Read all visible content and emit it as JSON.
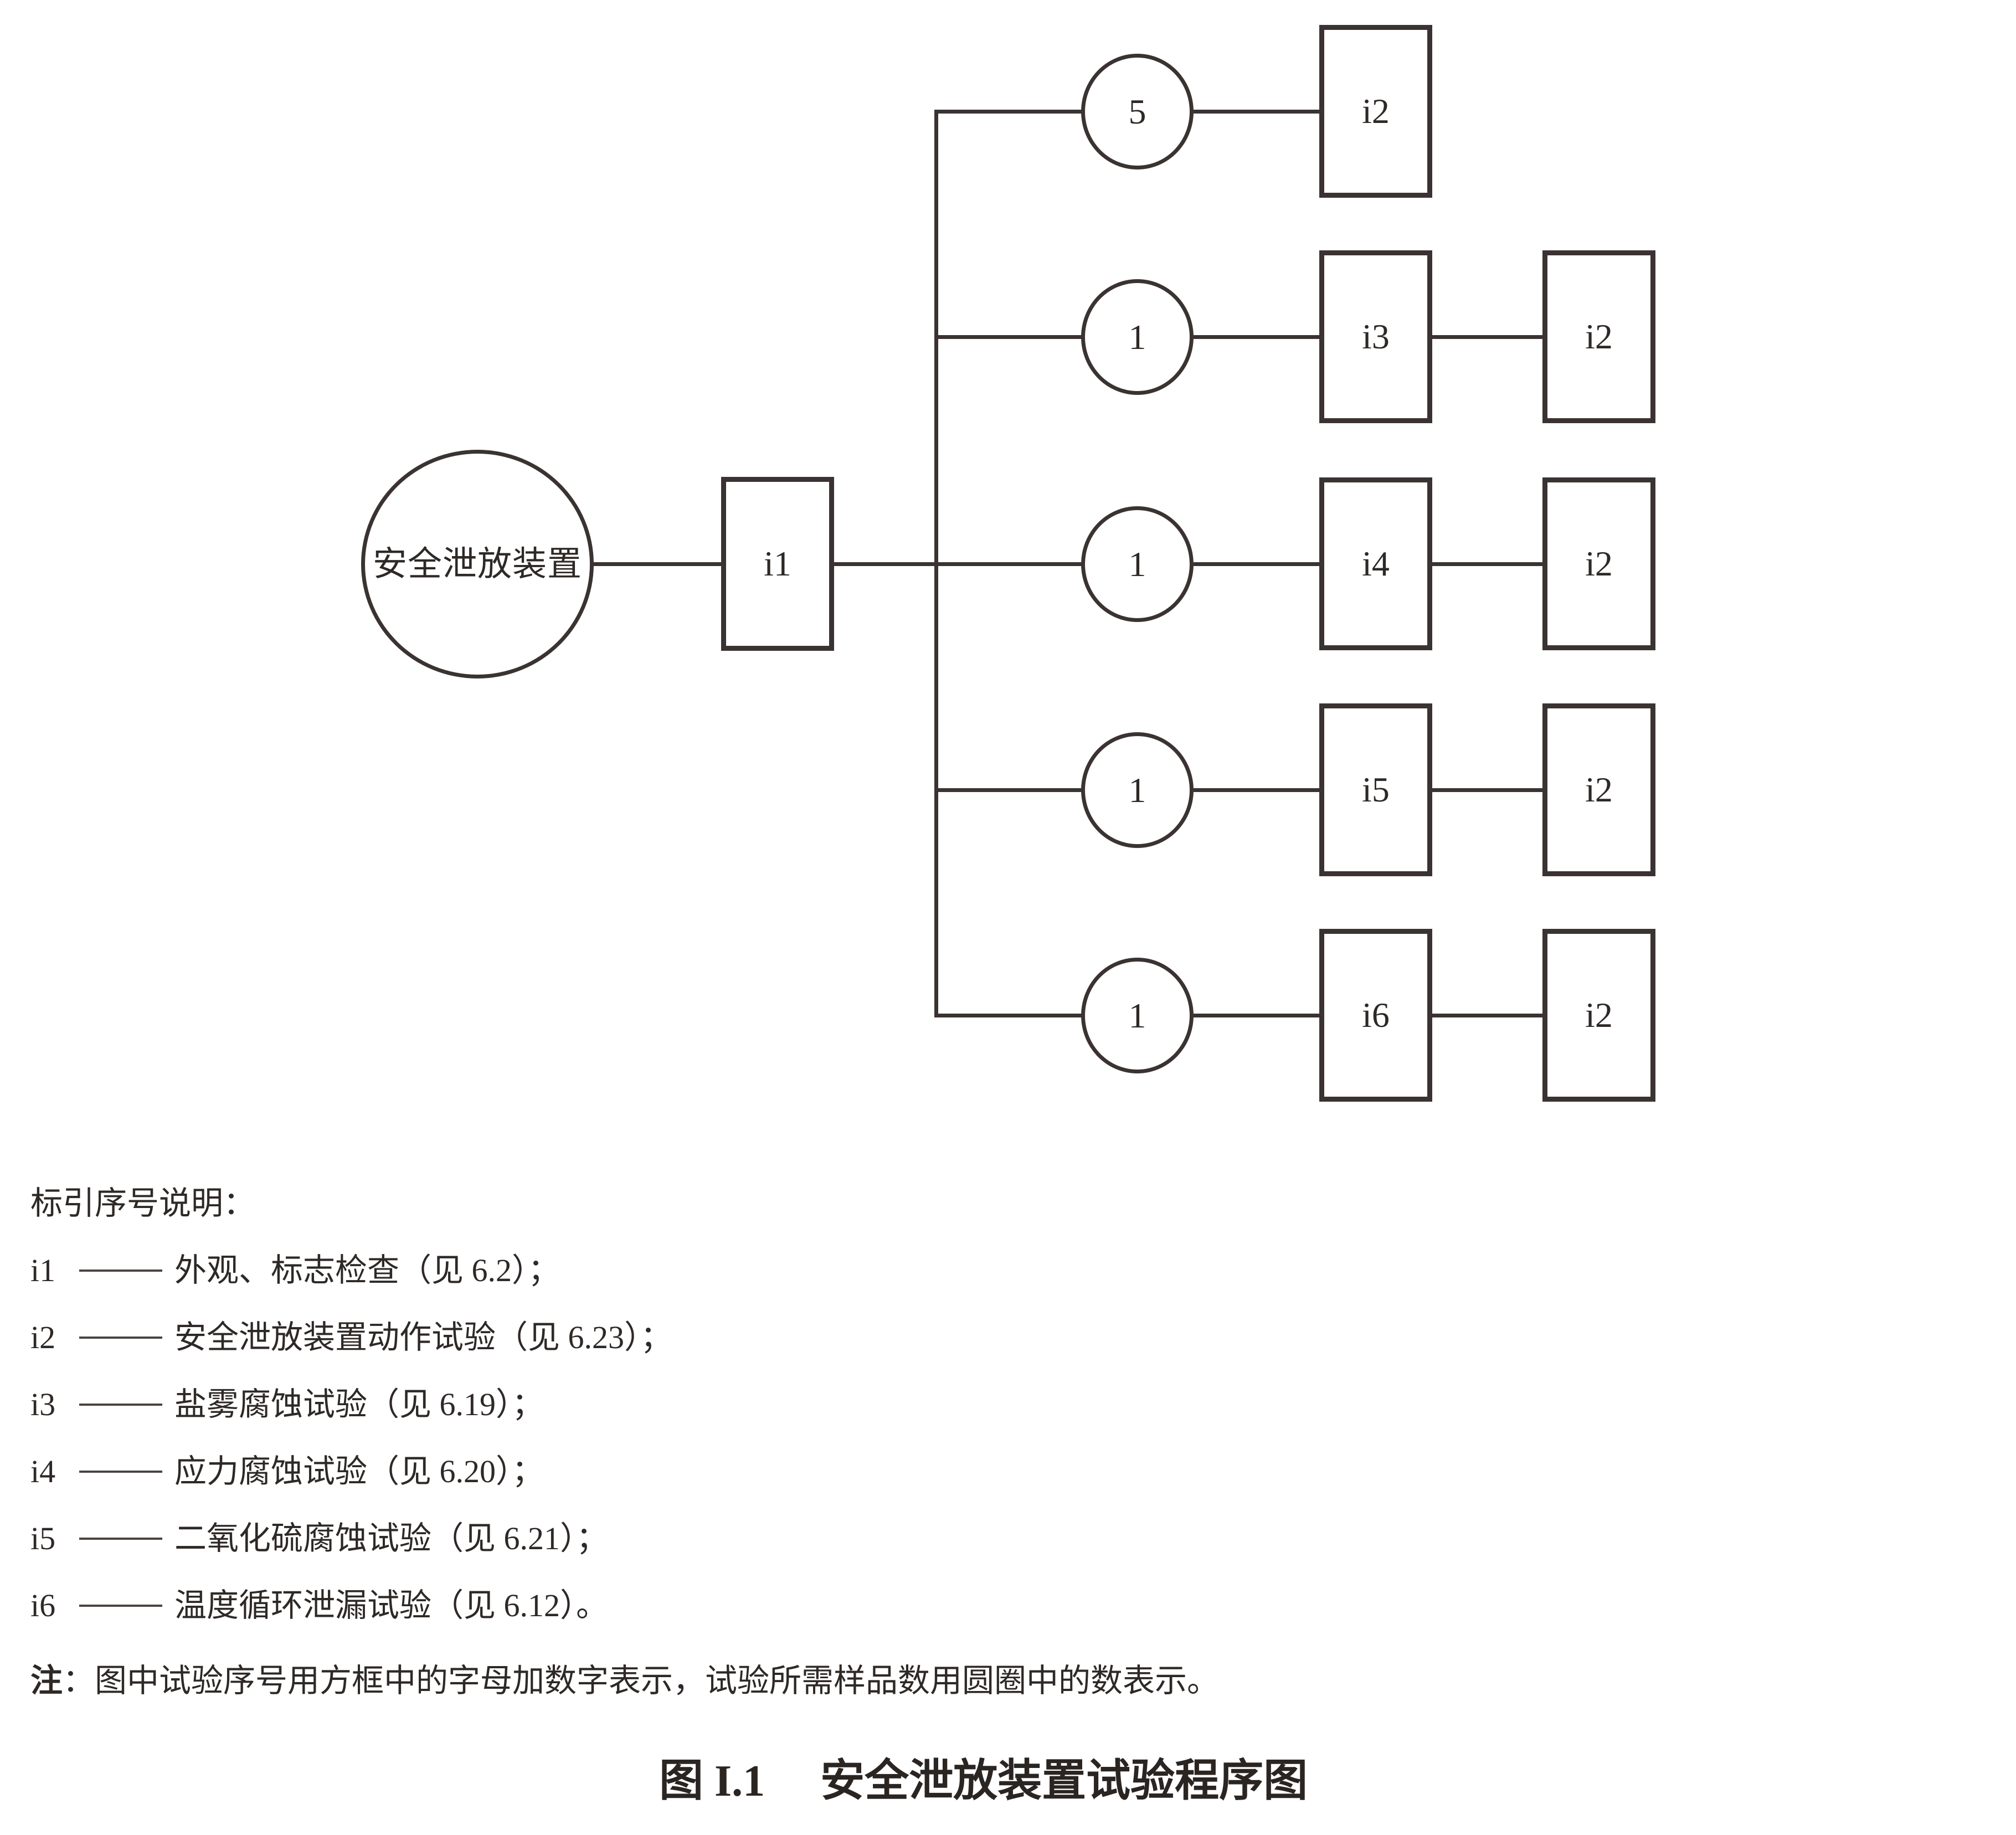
{
  "accent_color": "#3a3331",
  "diagram": {
    "source_label": "安全泄放装置",
    "i1_label": "i1",
    "branches": [
      {
        "count": "5",
        "first_box": "i2",
        "second_box": ""
      },
      {
        "count": "1",
        "first_box": "i3",
        "second_box": "i2"
      },
      {
        "count": "1",
        "first_box": "i4",
        "second_box": "i2"
      },
      {
        "count": "1",
        "first_box": "i5",
        "second_box": "i2"
      },
      {
        "count": "1",
        "first_box": "i6",
        "second_box": "i2"
      }
    ]
  },
  "legend": {
    "heading": "标引序号说明：",
    "items": [
      {
        "id": "i1",
        "desc": "外观、标志检查（见 6.2）；"
      },
      {
        "id": "i2",
        "desc": "安全泄放装置动作试验（见 6.23）；"
      },
      {
        "id": "i3",
        "desc": "盐雾腐蚀试验（见 6.19）；"
      },
      {
        "id": "i4",
        "desc": "应力腐蚀试验（见 6.20）；"
      },
      {
        "id": "i5",
        "desc": "二氧化硫腐蚀试验（见 6.21）；"
      },
      {
        "id": "i6",
        "desc": "温度循环泄漏试验（见 6.12）。"
      }
    ],
    "note": {
      "label": "注",
      "colon": "：",
      "text": "图中试验序号用方框中的字母加数字表示，试验所需样品数用圆圈中的数表示。"
    }
  },
  "caption": {
    "figure_no": "图 I.1",
    "title": "安全泄放装置试验程序图"
  }
}
